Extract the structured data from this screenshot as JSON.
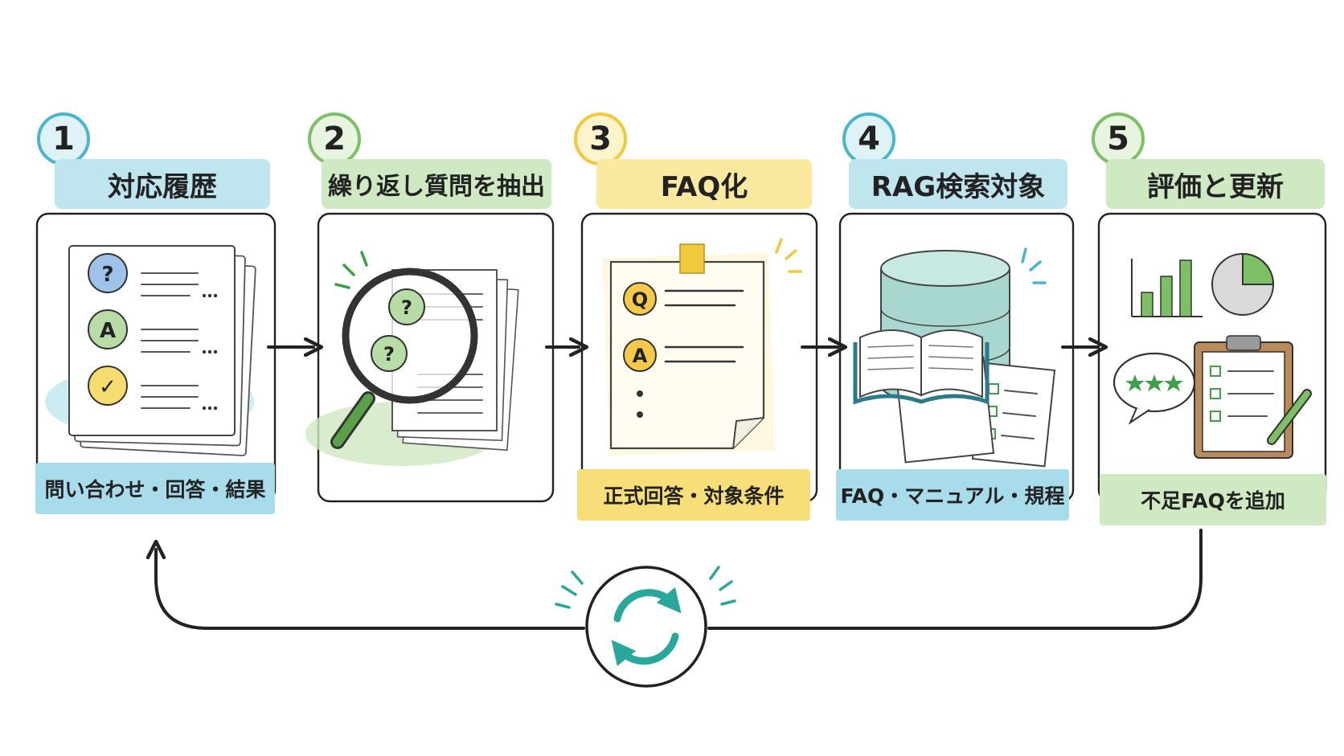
{
  "steps": [
    {
      "number": "1",
      "title": "対応履歴",
      "label": "問い合わせ・回答・結果",
      "accent": "#48b6cf",
      "tint": "#bfe6ef"
    },
    {
      "number": "2",
      "title": "繰り返し質問を抽出",
      "label": "",
      "accent": "#7dbf65",
      "tint": "#cfe9c2"
    },
    {
      "number": "3",
      "title": "FAQ化",
      "label": "正式回答・対象条件",
      "accent": "#f0c93c",
      "tint": "#fbe9a0"
    },
    {
      "number": "4",
      "title": "RAG検索対象",
      "label": "FAQ・マニュアル・規程",
      "accent": "#48b6cf",
      "tint": "#bfe6ef"
    },
    {
      "number": "5",
      "title": "評価と更新",
      "label": "不足FAQを追加",
      "accent": "#7dbf65",
      "tint": "#cfe9c2"
    }
  ],
  "step1_icons": [
    "?",
    "A",
    "✓"
  ],
  "step2_icons": [
    "?",
    "?"
  ],
  "step3_icons": [
    "Q",
    "A"
  ],
  "colors": {
    "line": "#222222",
    "loop_teal": "#2aa79b",
    "star_green": "#3f9f4a"
  }
}
